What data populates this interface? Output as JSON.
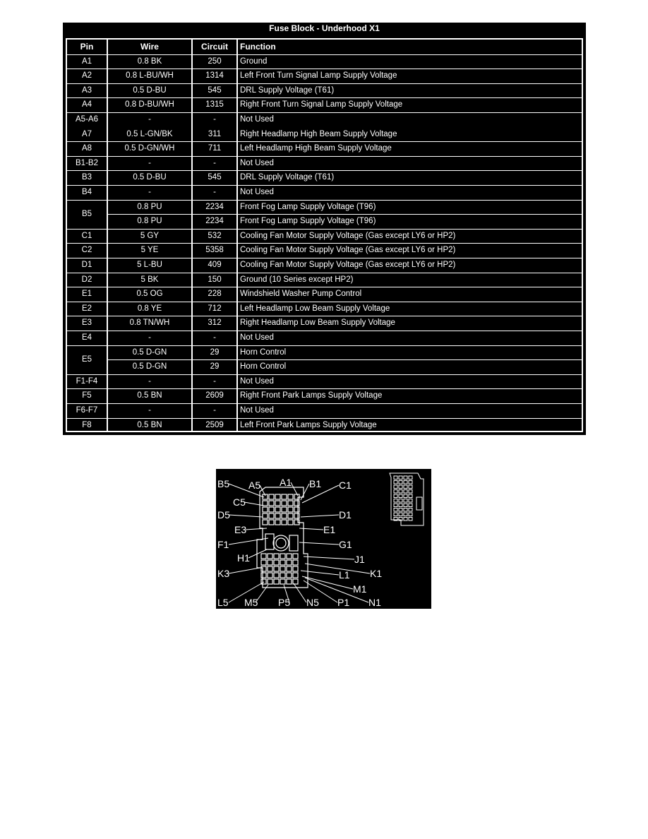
{
  "table": {
    "title": "Fuse Block - Underhood X1",
    "headers": {
      "pin": "Pin",
      "wire": "Wire",
      "circuit": "Circuit",
      "function": "Function"
    },
    "rows": [
      {
        "pin": "A1",
        "wire": "0.8 BK",
        "circuit": "250",
        "function": "Ground"
      },
      {
        "pin": "A2",
        "wire": "0.8 L-BU/WH",
        "circuit": "1314",
        "function": "Left Front Turn Signal Lamp Supply Voltage"
      },
      {
        "pin": "A3",
        "wire": "0.5 D-BU",
        "circuit": "545",
        "function": "DRL Supply Voltage (T61)"
      },
      {
        "pin": "A4",
        "wire": "0.8 D-BU/WH",
        "circuit": "1315",
        "function": "Right Front Turn Signal Lamp Supply Voltage"
      },
      {
        "pin": "A5-A6",
        "wire": "-",
        "circuit": "-",
        "function": "Not Used"
      },
      {
        "pin": "A7",
        "wire": "0.5 L-GN/BK",
        "circuit": "311",
        "function": "Right Headlamp High Beam Supply Voltage"
      },
      {
        "pin": "A8",
        "wire": "0.5 D-GN/WH",
        "circuit": "711",
        "function": "Left Headlamp High Beam Supply Voltage"
      },
      {
        "pin": "B1-B2",
        "wire": "-",
        "circuit": "-",
        "function": "Not Used"
      },
      {
        "pin": "B3",
        "wire": "0.5 D-BU",
        "circuit": "545",
        "function": "DRL Supply Voltage (T61)"
      },
      {
        "pin": "B4",
        "wire": "-",
        "circuit": "-",
        "function": "Not Used"
      },
      {
        "pin": "B5",
        "wire": "0.8 PU",
        "circuit": "2234",
        "function": "Front Fog Lamp Supply Voltage (T96)"
      },
      {
        "pin": "",
        "wire": "0.8 PU",
        "circuit": "2234",
        "function": "Front Fog Lamp Supply Voltage (T96)"
      },
      {
        "pin": "C1",
        "wire": "5 GY",
        "circuit": "532",
        "function": "Cooling Fan Motor Supply Voltage (Gas except LY6 or HP2)"
      },
      {
        "pin": "C2",
        "wire": "5 YE",
        "circuit": "5358",
        "function": "Cooling Fan Motor Supply Voltage (Gas except LY6 or HP2)"
      },
      {
        "pin": "D1",
        "wire": "5 L-BU",
        "circuit": "409",
        "function": "Cooling Fan Motor Supply Voltage (Gas except LY6 or HP2)"
      },
      {
        "pin": "D2",
        "wire": "5 BK",
        "circuit": "150",
        "function": "Ground (10 Series except HP2)"
      },
      {
        "pin": "E1",
        "wire": "0.5 OG",
        "circuit": "228",
        "function": "Windshield Washer Pump Control"
      },
      {
        "pin": "E2",
        "wire": "0.8 YE",
        "circuit": "712",
        "function": "Left Headlamp Low Beam Supply Voltage"
      },
      {
        "pin": "E3",
        "wire": "0.8 TN/WH",
        "circuit": "312",
        "function": "Right Headlamp Low Beam Supply Voltage"
      },
      {
        "pin": "E4",
        "wire": "-",
        "circuit": "-",
        "function": "Not Used"
      },
      {
        "pin": "E5",
        "wire": "0.5 D-GN",
        "circuit": "29",
        "function": "Horn Control"
      },
      {
        "pin": "",
        "wire": "0.5 D-GN",
        "circuit": "29",
        "function": "Horn Control"
      },
      {
        "pin": "F1-F4",
        "wire": "-",
        "circuit": "-",
        "function": "Not Used"
      },
      {
        "pin": "F5",
        "wire": "0.5 BN",
        "circuit": "2609",
        "function": "Right Front Park Lamps Supply Voltage"
      },
      {
        "pin": "F6-F7",
        "wire": "-",
        "circuit": "-",
        "function": "Not Used"
      },
      {
        "pin": "F8",
        "wire": "0.5 BN",
        "circuit": "2509",
        "function": "Left Front Park Lamps Supply Voltage"
      }
    ]
  },
  "diagram": {
    "pin_labels": [
      "B5",
      "A5",
      "A1",
      "B1",
      "C1",
      "C5",
      "D5",
      "D1",
      "E3",
      "E1",
      "F1",
      "G1",
      "H1",
      "J1",
      "K1",
      "K3",
      "L1",
      "M1",
      "L5",
      "M5",
      "P5",
      "N5",
      "P1",
      "N1"
    ]
  }
}
